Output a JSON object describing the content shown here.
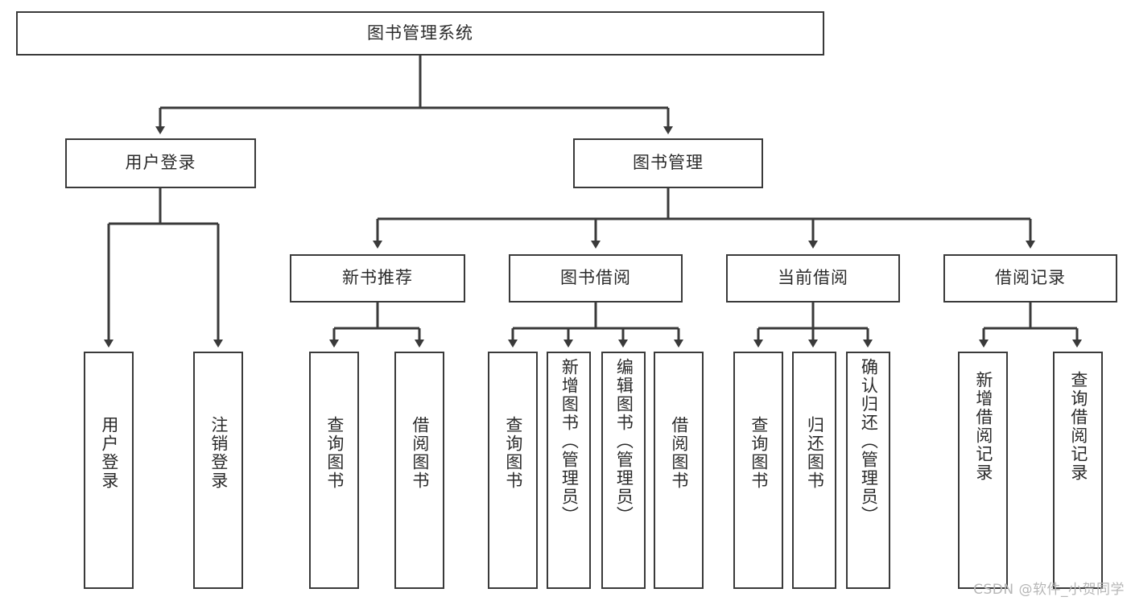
{
  "diagram": {
    "title": "图书管理系统",
    "watermark": "CSDN @软件_小贺同学",
    "colors": {
      "stroke": "#3a3a3a",
      "fill": "#ffffff",
      "text": "#2b2b2b",
      "watermark": "#b6b6b6"
    },
    "levels": {
      "root": {
        "label": "图书管理系统"
      },
      "level2": [
        {
          "label": "用户登录"
        },
        {
          "label": "图书管理"
        }
      ],
      "level3": [
        {
          "label": "新书推荐"
        },
        {
          "label": "图书借阅"
        },
        {
          "label": "当前借阅"
        },
        {
          "label": "借阅记录"
        }
      ],
      "leaves": [
        {
          "label": "用户登录",
          "parent": "用户登录"
        },
        {
          "label": "注销登录",
          "parent": "用户登录"
        },
        {
          "label": "查询图书",
          "parent": "新书推荐"
        },
        {
          "label": "借阅图书",
          "parent": "新书推荐"
        },
        {
          "label": "查询图书",
          "parent": "图书借阅"
        },
        {
          "label": "新增图书（管理员）",
          "parent": "图书借阅"
        },
        {
          "label": "编辑图书（管理员）",
          "parent": "图书借阅"
        },
        {
          "label": "借阅图书",
          "parent": "图书借阅"
        },
        {
          "label": "查询图书",
          "parent": "当前借阅"
        },
        {
          "label": "归还图书",
          "parent": "当前借阅"
        },
        {
          "label": "确认归还（管理员）",
          "parent": "当前借阅"
        },
        {
          "label": "新增借阅记录",
          "parent": "借阅记录"
        },
        {
          "label": "查询借阅记录",
          "parent": "借阅记录"
        }
      ]
    }
  }
}
